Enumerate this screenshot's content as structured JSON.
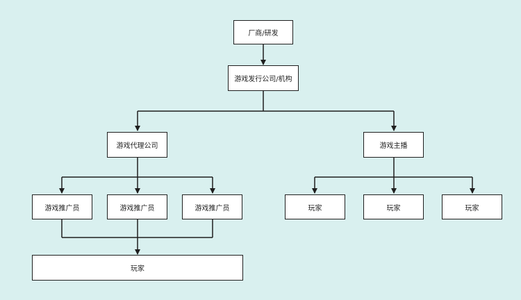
{
  "nodes": {
    "vendor": "厂商/研发",
    "publisher": "游戏发行公司/机构",
    "agency": "游戏代理公司",
    "streamer": "游戏主播",
    "promoter_1": "游戏推广员",
    "promoter_2": "游戏推广员",
    "promoter_3": "游戏推广员",
    "player_right_1": "玩家",
    "player_right_2": "玩家",
    "player_right_3": "玩家",
    "player_bottom": "玩家"
  },
  "colors": {
    "background": "#d9f0ef",
    "box_fill": "#ffffff",
    "line": "#1f1f1f"
  }
}
